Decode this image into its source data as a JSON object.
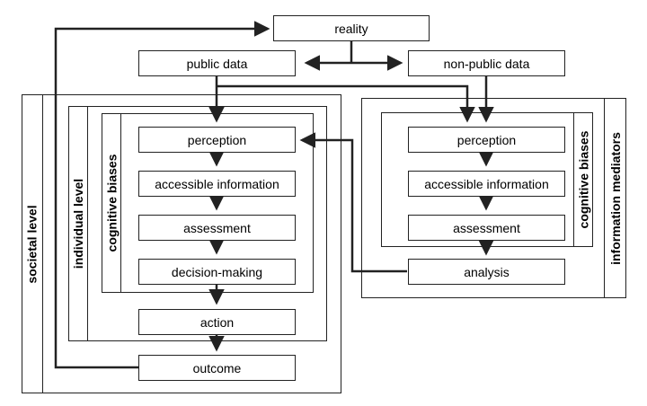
{
  "nodes": {
    "reality": "reality",
    "public_data": "public data",
    "non_public_data": "non-public data",
    "individual": {
      "perception": "perception",
      "accessible_information": "accessible information",
      "assessment": "assessment",
      "decision_making": "decision-making",
      "action": "action",
      "outcome": "outcome"
    },
    "mediators": {
      "perception": "perception",
      "accessible_information": "accessible information",
      "assessment": "assessment",
      "analysis": "analysis"
    }
  },
  "group_labels": {
    "societal_level": "societal level",
    "individual_level": "individual level",
    "cognitive_biases_left": "cognitive biases",
    "cognitive_biases_right": "cognitive biases",
    "information_mediators": "information mediators"
  },
  "colors": {
    "stroke": "#222222",
    "background": "#ffffff",
    "text": "#000000"
  }
}
